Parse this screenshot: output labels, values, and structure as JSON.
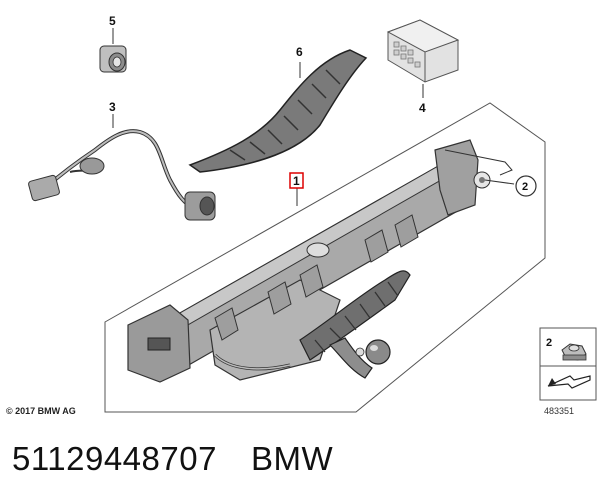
{
  "callouts": {
    "c1": "1",
    "c2": "2",
    "c3": "3",
    "c4": "4",
    "c5": "5",
    "c6": "6",
    "legend_2": "2"
  },
  "footer": {
    "copyright": "© 2017 BMW AG",
    "diagram_id": "483351"
  },
  "caption": {
    "part_number": "51129448707",
    "brand": "BMW"
  },
  "icons": [
    "bolt-icon",
    "plug-icon",
    "bracket-icon",
    "arrow-icon",
    "tow-ball-icon"
  ]
}
